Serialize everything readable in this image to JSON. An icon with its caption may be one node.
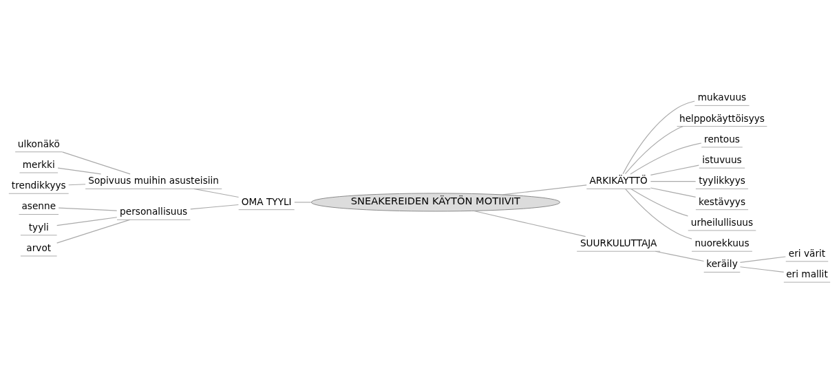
{
  "diagram": {
    "nodes": [
      {
        "text": [
          "SNEAKEREIDEN KÄYTÖN MOTIIVIT"
        ]
      },
      {
        "text": [
          "OMA TYYLI"
        ]
      },
      {
        "text": [
          "Sopivuus muihin asusteisiin"
        ]
      },
      {
        "text": [
          "ulkonäkö"
        ]
      },
      {
        "text": [
          "merkki"
        ]
      },
      {
        "text": [
          "trendikkyys"
        ]
      },
      {
        "text": [
          "personallisuus"
        ]
      },
      {
        "text": [
          "asenne"
        ]
      },
      {
        "text": [
          "tyyli"
        ]
      },
      {
        "text": [
          "arvot"
        ]
      },
      {
        "text": [
          "ARKIKÄYTTÖ"
        ]
      },
      {
        "text": [
          "mukavuus"
        ]
      },
      {
        "text": [
          "helppokäyttöisyys"
        ]
      },
      {
        "text": [
          "rentous"
        ]
      },
      {
        "text": [
          "istuvuus"
        ]
      },
      {
        "text": [
          "tyylikkyys"
        ]
      },
      {
        "text": [
          "kestävyys"
        ]
      },
      {
        "text": [
          "urheilullisuus"
        ]
      },
      {
        "text": [
          "nuorekkuus"
        ]
      },
      {
        "text": [
          "SUURKULUTTAJA"
        ]
      },
      {
        "text": [
          "keräily"
        ]
      },
      {
        "text": [
          "eri värit"
        ]
      },
      {
        "text": [
          "eri mallit"
        ]
      }
    ],
    "edges": [
      {
        "from": 0,
        "to": 1,
        "arrow": "none"
      },
      {
        "from": 1,
        "to": 2,
        "arrow": "none"
      },
      {
        "from": 2,
        "to": 3,
        "arrow": "none"
      },
      {
        "from": 2,
        "to": 4,
        "arrow": "none"
      },
      {
        "from": 2,
        "to": 5,
        "arrow": "none"
      },
      {
        "from": 1,
        "to": 6,
        "arrow": "none"
      },
      {
        "from": 6,
        "to": 7,
        "arrow": "none"
      },
      {
        "from": 6,
        "to": 8,
        "arrow": "none"
      },
      {
        "from": 6,
        "to": 9,
        "arrow": "none"
      },
      {
        "from": 0,
        "to": 10,
        "arrow": "none"
      },
      {
        "from": 10,
        "to": 11,
        "arrow": "none"
      },
      {
        "from": 10,
        "to": 12,
        "arrow": "none"
      },
      {
        "from": 10,
        "to": 13,
        "arrow": "none"
      },
      {
        "from": 10,
        "to": 14,
        "arrow": "none"
      },
      {
        "from": 10,
        "to": 15,
        "arrow": "none"
      },
      {
        "from": 10,
        "to": 16,
        "arrow": "none"
      },
      {
        "from": 10,
        "to": 17,
        "arrow": "none"
      },
      {
        "from": 10,
        "to": 18,
        "arrow": "none"
      },
      {
        "from": 0,
        "to": 19,
        "arrow": "none"
      },
      {
        "from": 19,
        "to": 20,
        "arrow": "none"
      },
      {
        "from": 20,
        "to": 21,
        "arrow": "none"
      },
      {
        "from": 20,
        "to": 22,
        "arrow": "none"
      }
    ]
  }
}
